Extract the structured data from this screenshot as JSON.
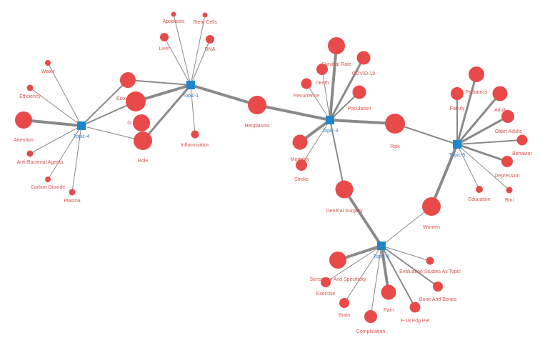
{
  "colors": {
    "term": "#e84a4a",
    "topic": "#1f86cc",
    "edge": "#8a8a8a",
    "term_label": "#d9534f",
    "topic_label": "#3b7bbd"
  },
  "topics": [
    {
      "id": "t4",
      "label": "Topic-4"
    },
    {
      "id": "t1",
      "label": "Topic-1"
    },
    {
      "id": "t3",
      "label": "Topic-3"
    },
    {
      "id": "t5",
      "label": "Topic-5"
    },
    {
      "id": "t6",
      "label": "Topic-6"
    }
  ],
  "terms": [
    {
      "id": "water",
      "label": "Water"
    },
    {
      "id": "efficiency",
      "label": "Efficiency"
    },
    {
      "id": "attention",
      "label": "Attention"
    },
    {
      "id": "antibac",
      "label": "Anti-Bacterial Agents"
    },
    {
      "id": "co2",
      "label": "Carbon Dioxide"
    },
    {
      "id": "plasma",
      "label": "Plasma"
    },
    {
      "id": "apoptosis",
      "label": "Apoptosis"
    },
    {
      "id": "stemcells",
      "label": "Stem Cells"
    },
    {
      "id": "liver",
      "label": "Liver"
    },
    {
      "id": "dna",
      "label": "DNA"
    },
    {
      "id": "eco",
      "label": "Eco"
    },
    {
      "id": "g",
      "label": "G"
    },
    {
      "id": "role",
      "label": "Role"
    },
    {
      "id": "inflammation",
      "label": "Inflammation"
    },
    {
      "id": "neoplasms",
      "label": "Neoplasms"
    },
    {
      "id": "survival",
      "label": "Survival Rate"
    },
    {
      "id": "covid",
      "label": "COVID-19"
    },
    {
      "id": "death",
      "label": "Death"
    },
    {
      "id": "recurrence",
      "label": "Recurrence"
    },
    {
      "id": "population",
      "label": "Population"
    },
    {
      "id": "mortality",
      "label": "Mortality"
    },
    {
      "id": "stroke",
      "label": "Stroke"
    },
    {
      "id": "gensurg",
      "label": "General Surgery"
    },
    {
      "id": "risk",
      "label": "Risk"
    },
    {
      "id": "pediatrics",
      "label": "Pediatrics"
    },
    {
      "id": "family",
      "label": "Family"
    },
    {
      "id": "adult",
      "label": "Adult"
    },
    {
      "id": "olderadults",
      "label": "Older Adults"
    },
    {
      "id": "behavior",
      "label": "Behavior"
    },
    {
      "id": "depression",
      "label": "Depression"
    },
    {
      "id": "education",
      "label": "Education"
    },
    {
      "id": "bmi",
      "label": "Bmi"
    },
    {
      "id": "women",
      "label": "Women"
    },
    {
      "id": "sensitivity",
      "label": "Sensitivity And Specificity"
    },
    {
      "id": "exercise",
      "label": "Exercise"
    },
    {
      "id": "evaluation",
      "label": "Evaluation Studies As Topic"
    },
    {
      "id": "boneandbones",
      "label": "Bone And Bones"
    },
    {
      "id": "brain",
      "label": "Brain"
    },
    {
      "id": "pain",
      "label": "Pain"
    },
    {
      "id": "f18",
      "label": "F-18 Fdg Pet"
    },
    {
      "id": "complication",
      "label": "Complication"
    }
  ],
  "edges": [
    [
      "t4",
      "water",
      1
    ],
    [
      "t4",
      "efficiency",
      1
    ],
    [
      "t4",
      "attention",
      4
    ],
    [
      "t4",
      "antibac",
      1
    ],
    [
      "t4",
      "co2",
      1
    ],
    [
      "t4",
      "plasma",
      1
    ],
    [
      "t4",
      "eco",
      2
    ],
    [
      "t4",
      "g",
      2
    ],
    [
      "t4",
      "role",
      1
    ],
    [
      "t1",
      "apoptosis",
      1
    ],
    [
      "t1",
      "stemcells",
      1
    ],
    [
      "t1",
      "liver",
      1
    ],
    [
      "t1",
      "dna",
      1
    ],
    [
      "t1",
      "eco",
      2
    ],
    [
      "t1",
      "g",
      4
    ],
    [
      "t1",
      "role",
      3
    ],
    [
      "t1",
      "inflammation",
      1
    ],
    [
      "t1",
      "neoplasms",
      4
    ],
    [
      "t3",
      "neoplasms",
      4
    ],
    [
      "t3",
      "survival",
      4
    ],
    [
      "t3",
      "covid",
      3
    ],
    [
      "t3",
      "death",
      1
    ],
    [
      "t3",
      "recurrence",
      1
    ],
    [
      "t3",
      "population",
      2
    ],
    [
      "t3",
      "mortality",
      4
    ],
    [
      "t3",
      "stroke",
      1
    ],
    [
      "t3",
      "gensurg",
      2
    ],
    [
      "t3",
      "risk",
      4
    ],
    [
      "t5",
      "risk",
      2
    ],
    [
      "t5",
      "pediatrics",
      3
    ],
    [
      "t5",
      "family",
      2
    ],
    [
      "t5",
      "adult",
      3
    ],
    [
      "t5",
      "olderadults",
      3
    ],
    [
      "t5",
      "behavior",
      2
    ],
    [
      "t5",
      "depression",
      3
    ],
    [
      "t5",
      "education",
      1
    ],
    [
      "t5",
      "bmi",
      1
    ],
    [
      "t5",
      "women",
      4
    ],
    [
      "t6",
      "gensurg",
      4
    ],
    [
      "t6",
      "women",
      1
    ],
    [
      "t6",
      "sensitivity",
      4
    ],
    [
      "t6",
      "exercise",
      1
    ],
    [
      "t6",
      "evaluation",
      1
    ],
    [
      "t6",
      "boneandbones",
      2
    ],
    [
      "t6",
      "brain",
      1
    ],
    [
      "t6",
      "pain",
      4
    ],
    [
      "t6",
      "f18",
      2
    ],
    [
      "t6",
      "complication",
      1
    ]
  ]
}
